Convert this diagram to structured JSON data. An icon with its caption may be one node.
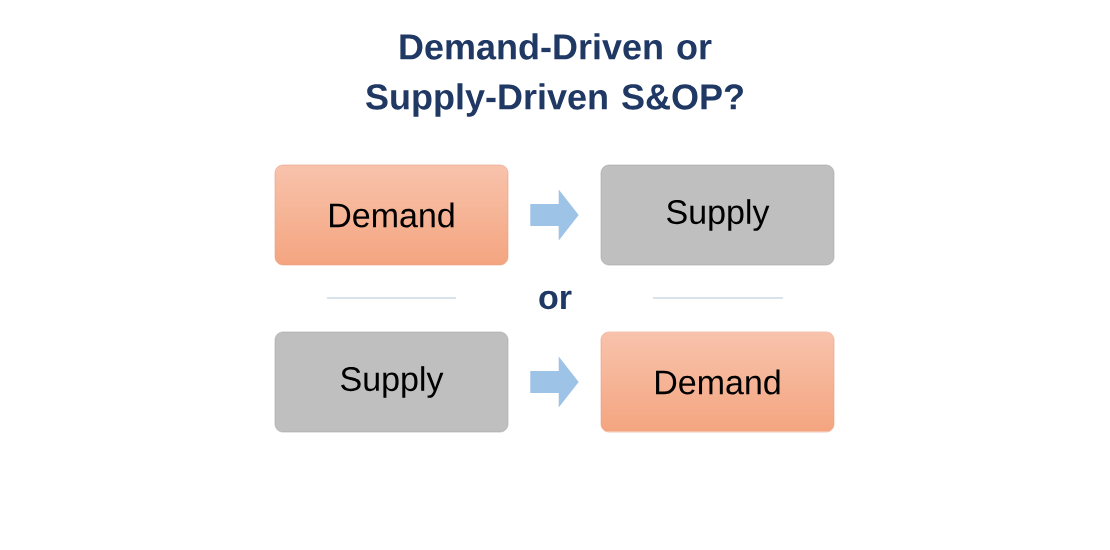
{
  "diagram": {
    "title": "Demand-Driven or Supply-Driven S&OP?",
    "nodes": [
      {
        "text": [
          "Demand"
        ]
      },
      {
        "text": [
          "Supply"
        ]
      },
      {
        "text": [
          "Supply"
        ]
      },
      {
        "text": [
          "Demand"
        ]
      }
    ],
    "edges": [
      {
        "from": 0,
        "to": 1,
        "arrow": "to"
      },
      {
        "from": 2,
        "to": 3,
        "arrow": "to"
      }
    ],
    "labels": [
      "or"
    ]
  }
}
